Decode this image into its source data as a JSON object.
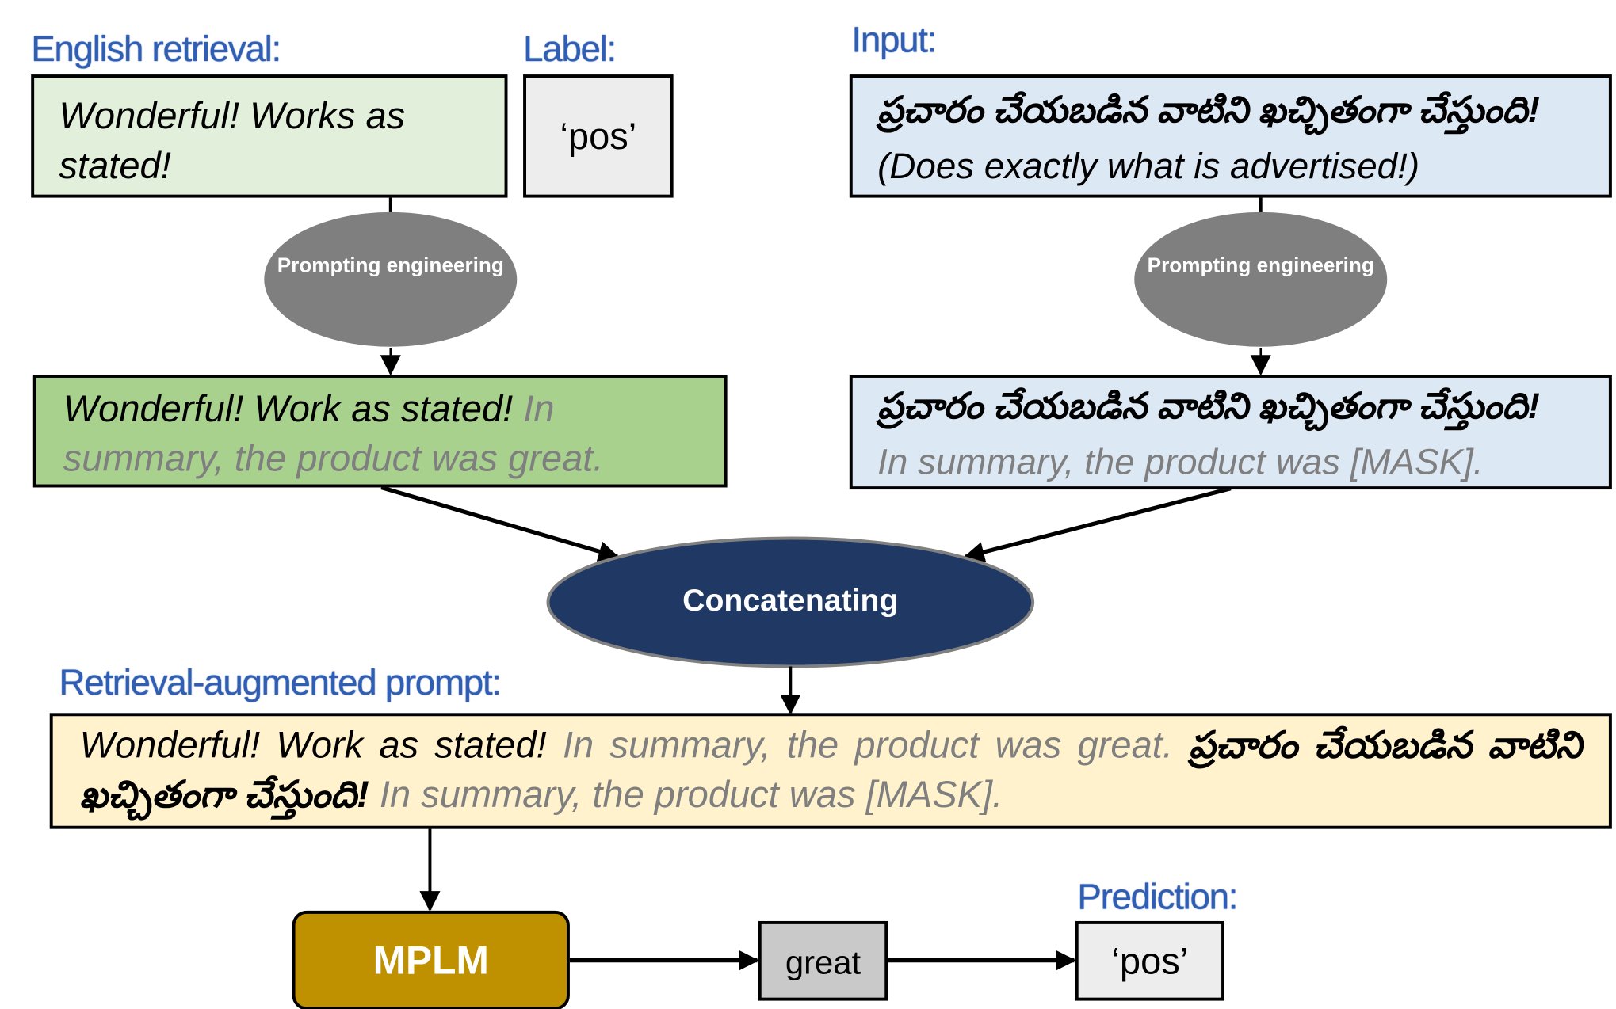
{
  "labels": {
    "english_retrieval": "English retrieval:",
    "label": "Label:",
    "input": "Input:",
    "retrieval_augmented_prompt": "Retrieval-augmented prompt:",
    "prediction": "Prediction:"
  },
  "english_retrieval_text": "Wonderful! Works as stated!",
  "label_value": "‘pos’",
  "input_text": {
    "telugu": "ప్రచారం చేయబడిన వాటిని ఖచ్చితంగా చేస్తుంది!",
    "translation": "(Does exactly what is advertised!)"
  },
  "prompting_node": "Prompting engineering",
  "prompted_english": {
    "text": "Wonderful! Work as stated!",
    "template": "In summary, the product was great."
  },
  "prompted_input": {
    "telugu": "ప్రచారం చేయబడిన వాటిని ఖచ్చితంగా చేస్తుంది!",
    "template": "In summary, the product was [MASK]."
  },
  "concat_node": "Concatenating",
  "augmented_prompt": {
    "part1": "Wonderful! Work as stated!",
    "part2": "In summary, the product was great.",
    "part3": "ప్రచారం చేయబడిన వాటిని ఖచ్చితంగా చేస్తుంది!",
    "part4": "In summary, the product was [MASK]."
  },
  "model": "MPLM",
  "output_word": "great",
  "prediction_value": "‘pos’",
  "colors": {
    "label_blue": "#2f5fb5",
    "retrieval_fill": "#e2efda",
    "prompted_fill": "#a9d18e",
    "input_fill": "#dde8f5",
    "prompt_fill": "#fff2cc",
    "concat_fill": "#203864",
    "model_fill": "#bf9000",
    "node_gray": "#7f7f7f"
  }
}
